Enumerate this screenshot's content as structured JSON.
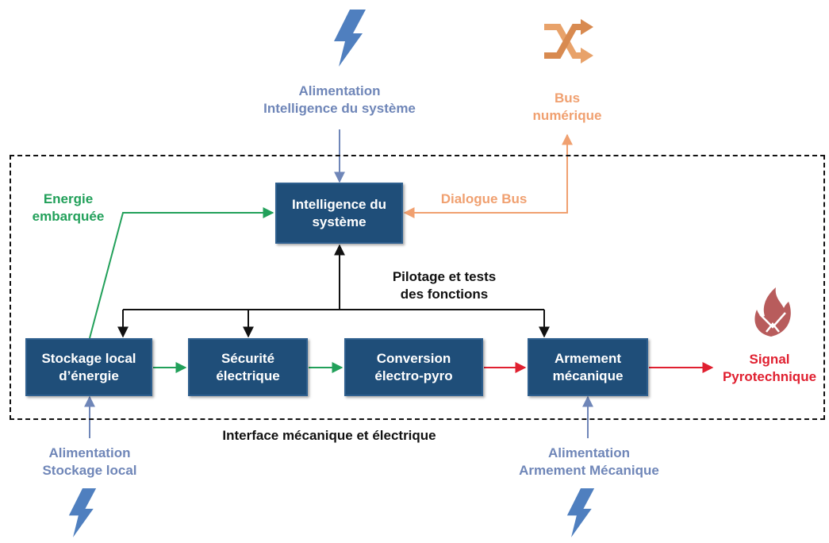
{
  "colors": {
    "box_fill": "#1f4e79",
    "power_blue": "#6f86b8",
    "bus_orange": "#f0a070",
    "energy_green": "#22a05a",
    "signal_red": "#e02030",
    "control_black": "#111111"
  },
  "boxes": {
    "intelligence": "Intelligence du\nsystème",
    "stockage": "Stockage local\nd’énergie",
    "securite": "Sécurité\nélectrique",
    "conversion": "Conversion\nélectro-pyro",
    "armement": "Armement\nmécanique"
  },
  "labels": {
    "alim_intelligence": "Alimentation\nIntelligence du système",
    "bus_numerique": "Bus\nnumérique",
    "dialogue_bus": "Dialogue Bus",
    "energie_embarquee": "Energie\nembarquée",
    "pilotage": "Pilotage  et tests\ndes fonctions",
    "signal_pyro": "Signal\nPyrotechnique",
    "interface": "Interface mécanique et électrique",
    "alim_stockage": "Alimentation\nStockage local",
    "alim_armement": "Alimentation\nArmement Mécanique"
  },
  "icons": {
    "power": "lightning-bolt-icon",
    "bus": "shuffle-arrows-icon",
    "pyro": "flame-icon"
  }
}
